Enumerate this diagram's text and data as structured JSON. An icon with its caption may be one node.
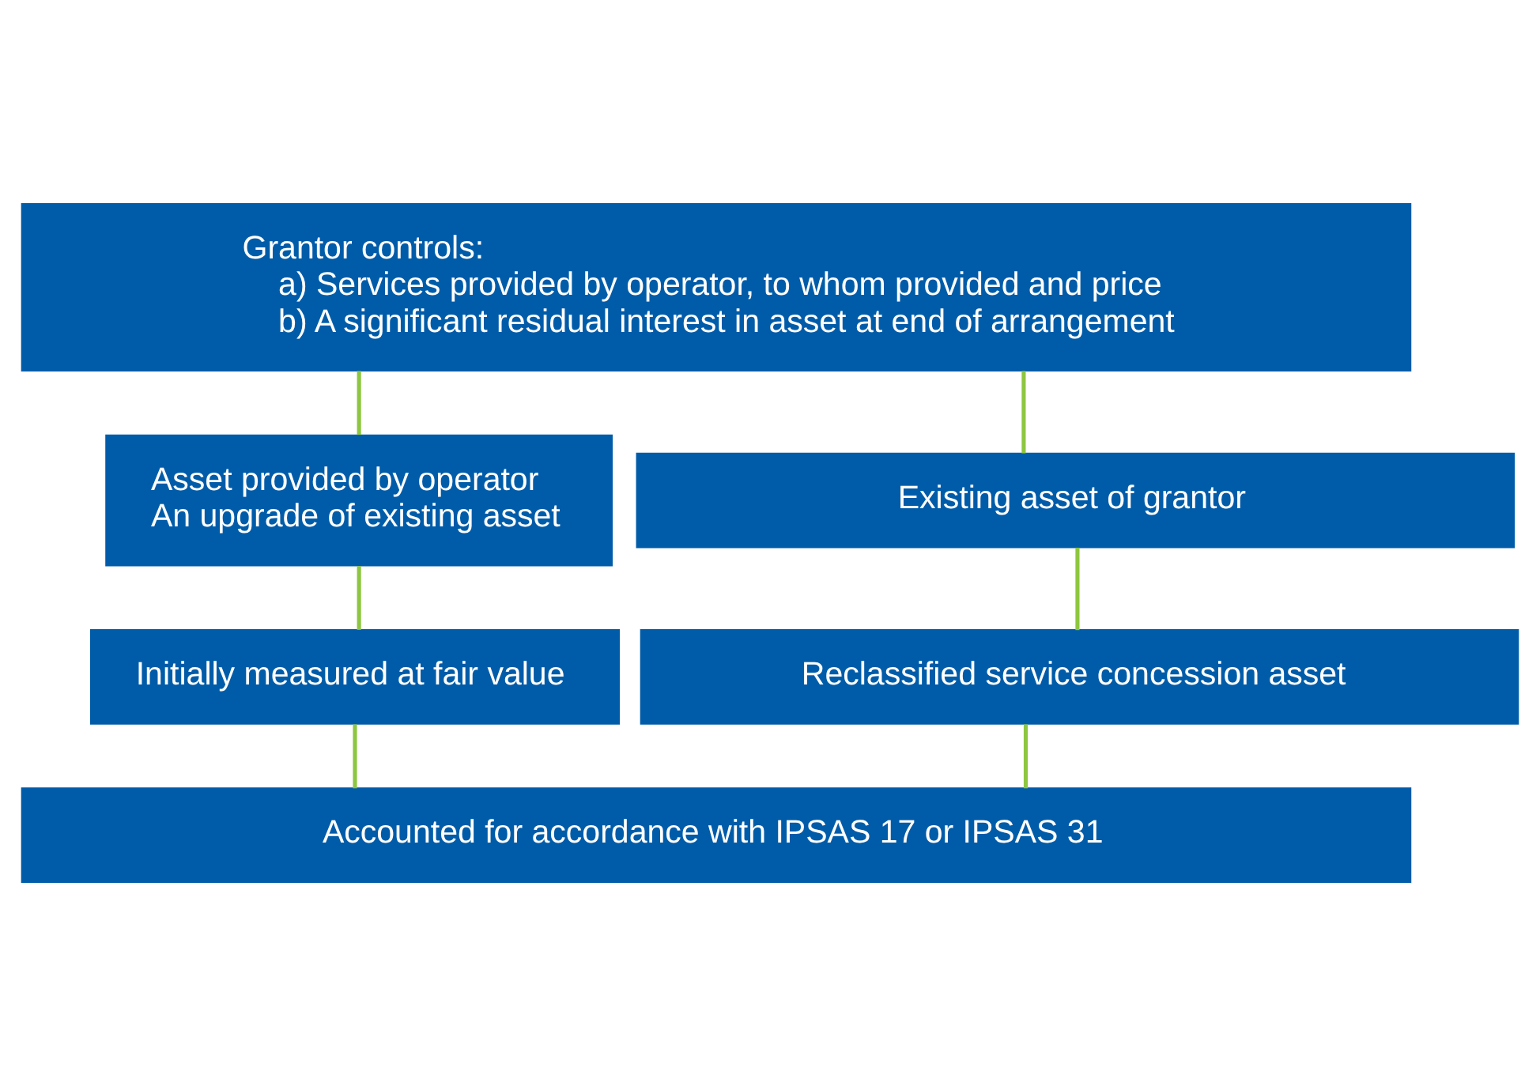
{
  "diagram": {
    "nodes": [
      {
        "text": [
          "Grantor controls:",
          "a) Services provided by operator, to whom provided and price",
          "b) A significant residual interest in asset at end of arrangement"
        ]
      },
      {
        "text": [
          "Asset provided by operator",
          "An upgrade of existing asset"
        ]
      },
      {
        "text": [
          "Existing asset of grantor"
        ]
      },
      {
        "text": [
          "Initially measured at fair value"
        ]
      },
      {
        "text": [
          "Reclassified service concession asset"
        ]
      },
      {
        "text": [
          "Accounted for accordance with IPSAS 17 or IPSAS 31"
        ]
      }
    ],
    "edges": [
      {
        "from": 0,
        "to": 1,
        "arrow": "none"
      },
      {
        "from": 0,
        "to": 2,
        "arrow": "none"
      },
      {
        "from": 1,
        "to": 3,
        "arrow": "none"
      },
      {
        "from": 2,
        "to": 4,
        "arrow": "none"
      },
      {
        "from": 3,
        "to": 5,
        "arrow": "none"
      },
      {
        "from": 4,
        "to": 5,
        "arrow": "none"
      }
    ]
  }
}
